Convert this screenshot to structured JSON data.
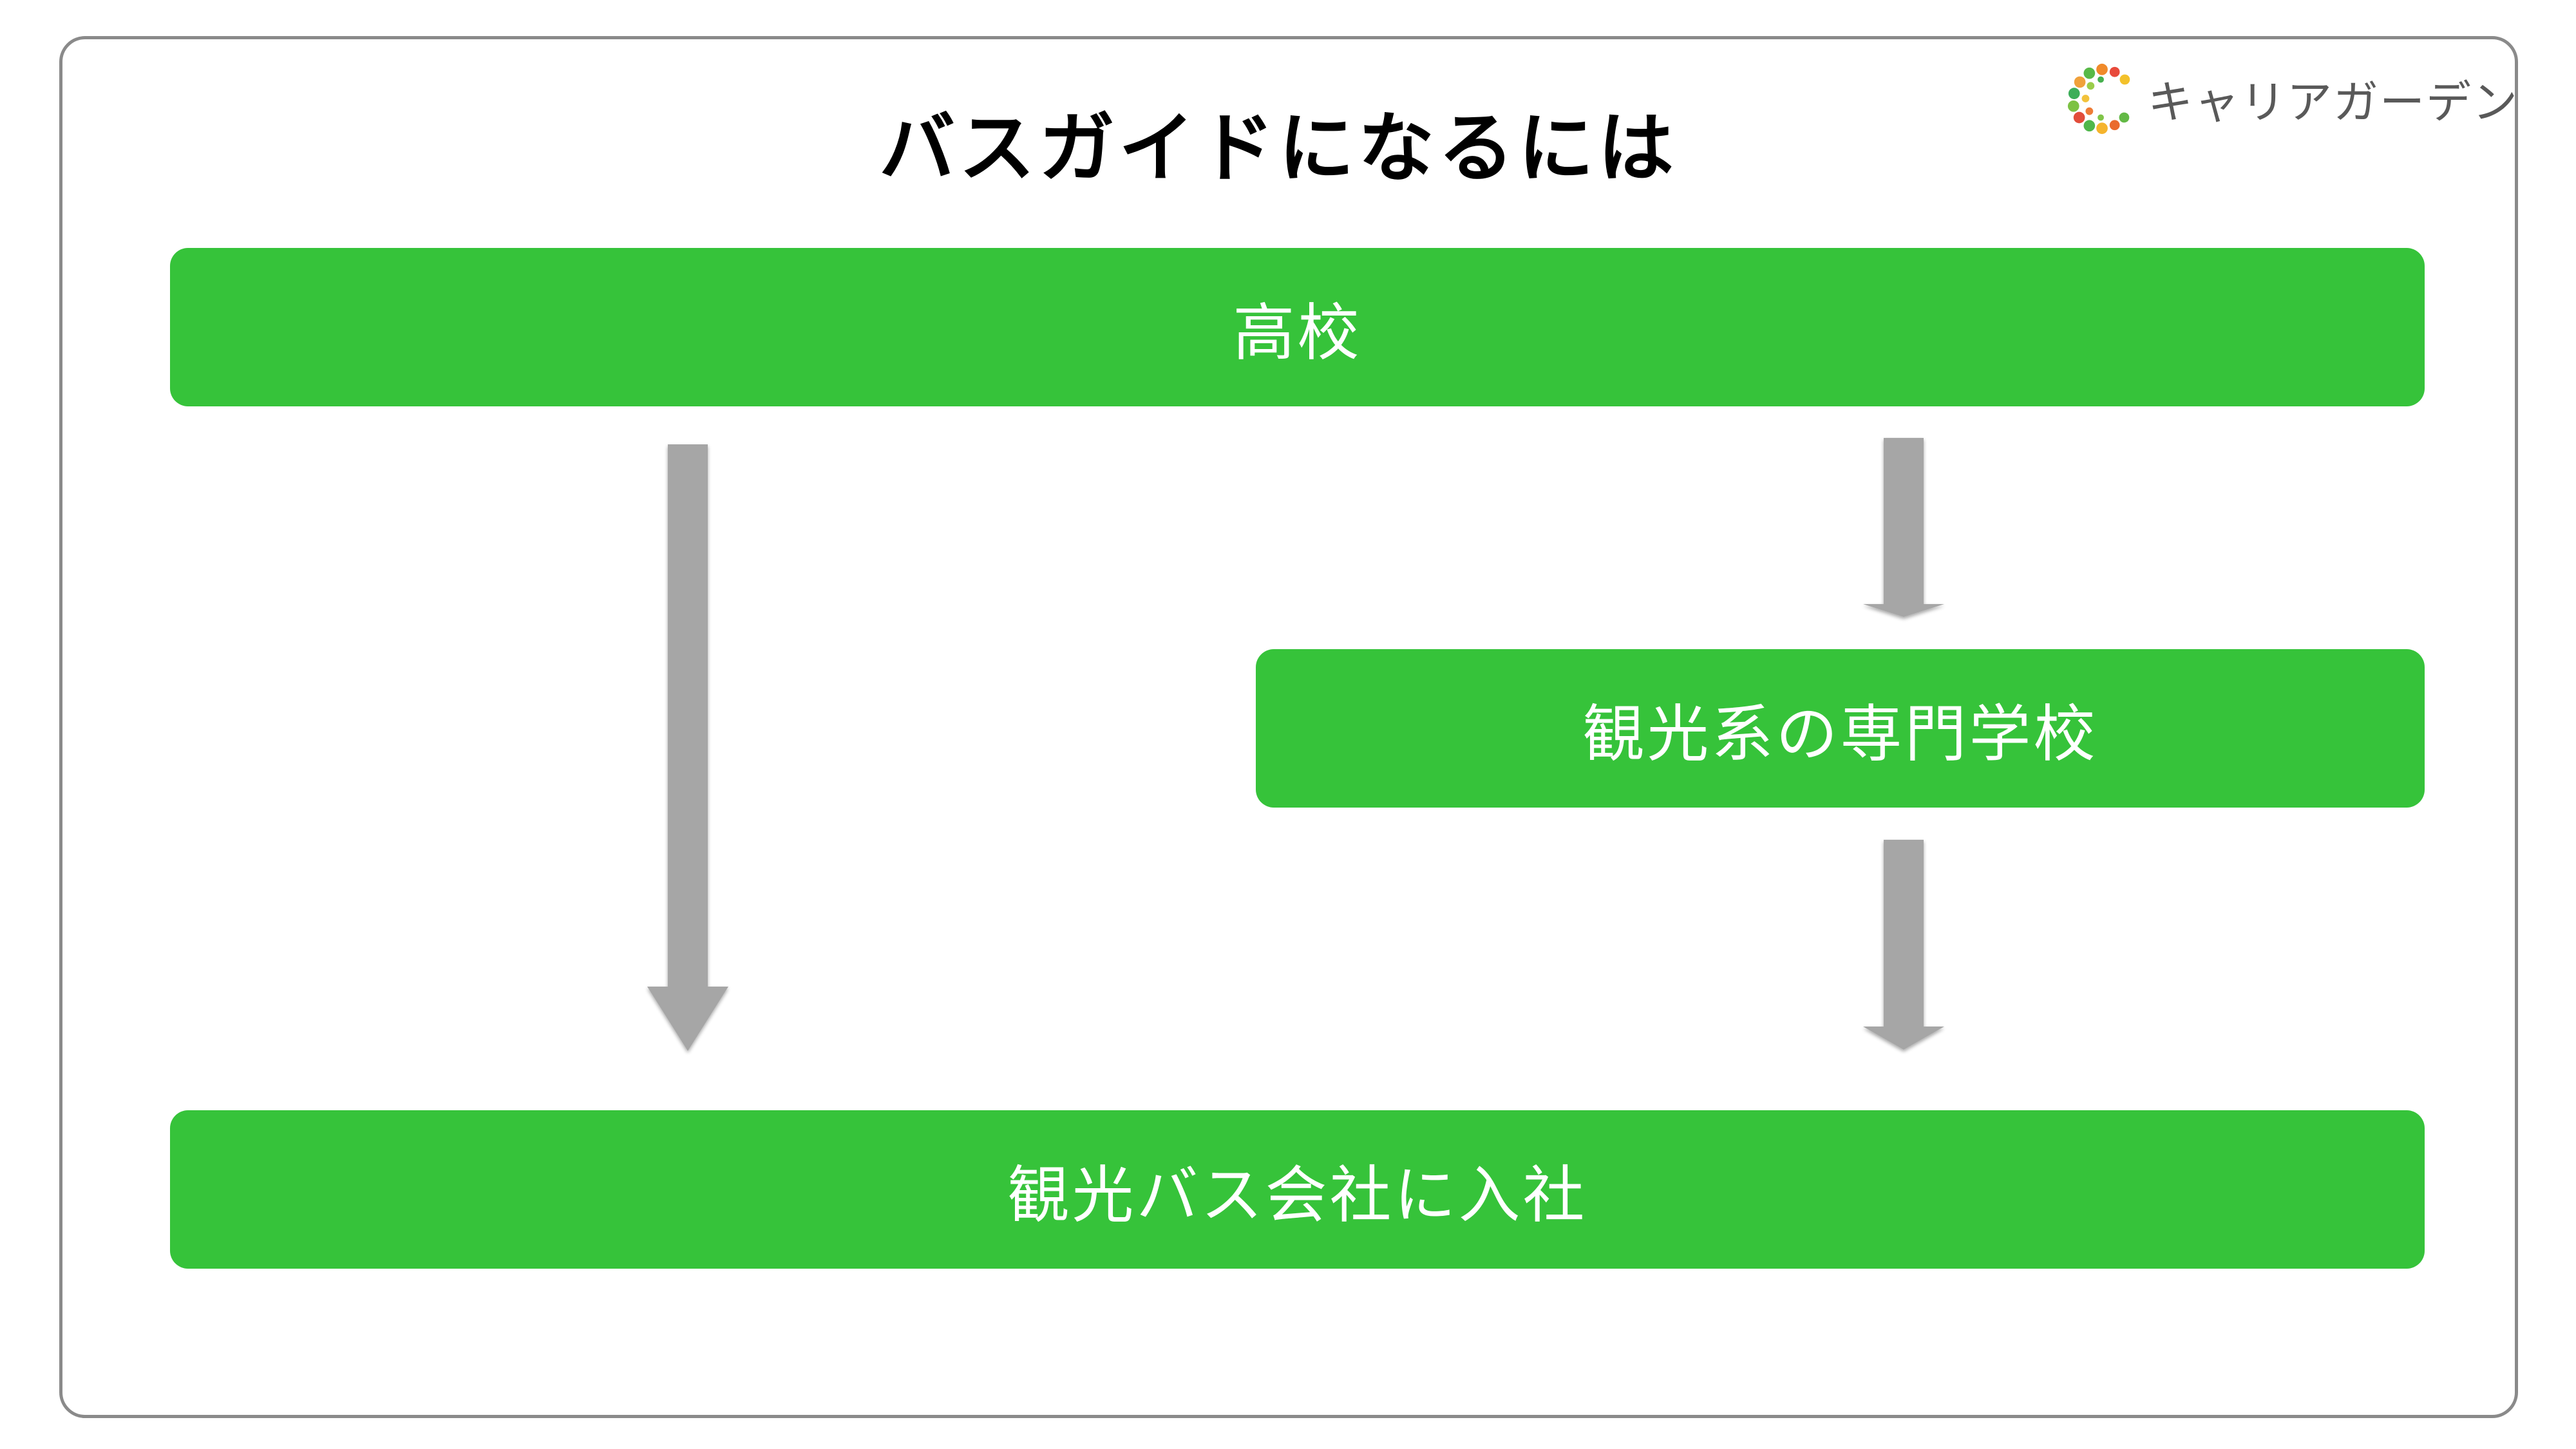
{
  "title": "バスガイドになるには",
  "logo": {
    "text": "キャリアガーデン",
    "icon": "c-leaf-logo"
  },
  "colors": {
    "box_fill": "#36c33a",
    "box_text": "#ffffff",
    "arrow": "#a6a6a6",
    "frame_border": "#8a8a8a"
  },
  "nodes": {
    "high_school": "高校",
    "senmon_school": "観光系の専門学校",
    "company": "観光バス会社に入社"
  },
  "edges": [
    {
      "from": "high_school",
      "to": "company"
    },
    {
      "from": "high_school",
      "to": "senmon_school"
    },
    {
      "from": "senmon_school",
      "to": "company"
    }
  ]
}
